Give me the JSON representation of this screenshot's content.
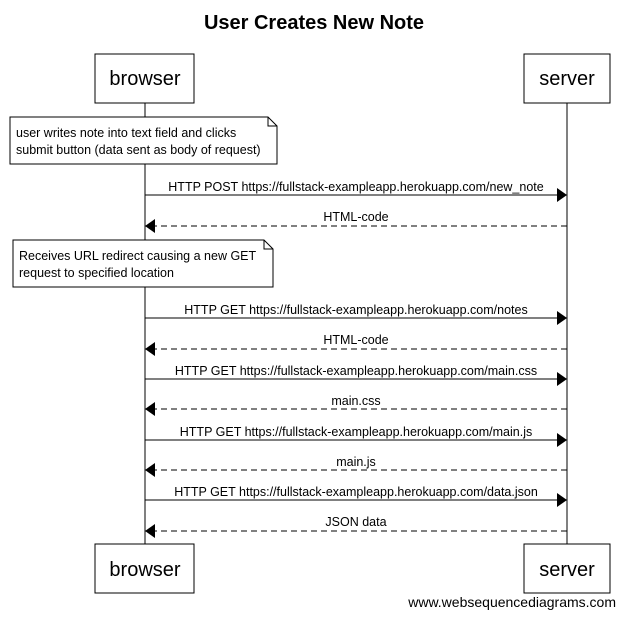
{
  "title": "User Creates New Note",
  "participants": [
    "browser",
    "server"
  ],
  "notes": [
    {
      "lines": [
        "user writes note into text field and clicks",
        "submit button (data sent as body of request)"
      ]
    },
    {
      "lines": [
        "Receives URL redirect causing a new GET",
        "request to specified location"
      ]
    }
  ],
  "messages": [
    {
      "label": "HTTP POST https://fullstack-exampleapp.herokuapp.com/new_note",
      "direction": "browser-to-server",
      "style": "solid"
    },
    {
      "label": "HTML-code",
      "direction": "server-to-browser",
      "style": "dashed"
    },
    {
      "label": "HTTP GET https://fullstack-exampleapp.herokuapp.com/notes",
      "direction": "browser-to-server",
      "style": "solid"
    },
    {
      "label": "HTML-code",
      "direction": "server-to-browser",
      "style": "dashed"
    },
    {
      "label": "HTTP GET https://fullstack-exampleapp.herokuapp.com/main.css",
      "direction": "browser-to-server",
      "style": "solid"
    },
    {
      "label": "main.css",
      "direction": "server-to-browser",
      "style": "dashed"
    },
    {
      "label": "HTTP GET https://fullstack-exampleapp.herokuapp.com/main.js",
      "direction": "browser-to-server",
      "style": "solid"
    },
    {
      "label": "main.js",
      "direction": "server-to-browser",
      "style": "dashed"
    },
    {
      "label": "HTTP GET https://fullstack-exampleapp.herokuapp.com/data.json",
      "direction": "browser-to-server",
      "style": "solid"
    },
    {
      "label": "JSON data",
      "direction": "server-to-browser",
      "style": "dashed"
    }
  ],
  "watermark": "www.websequencediagrams.com"
}
